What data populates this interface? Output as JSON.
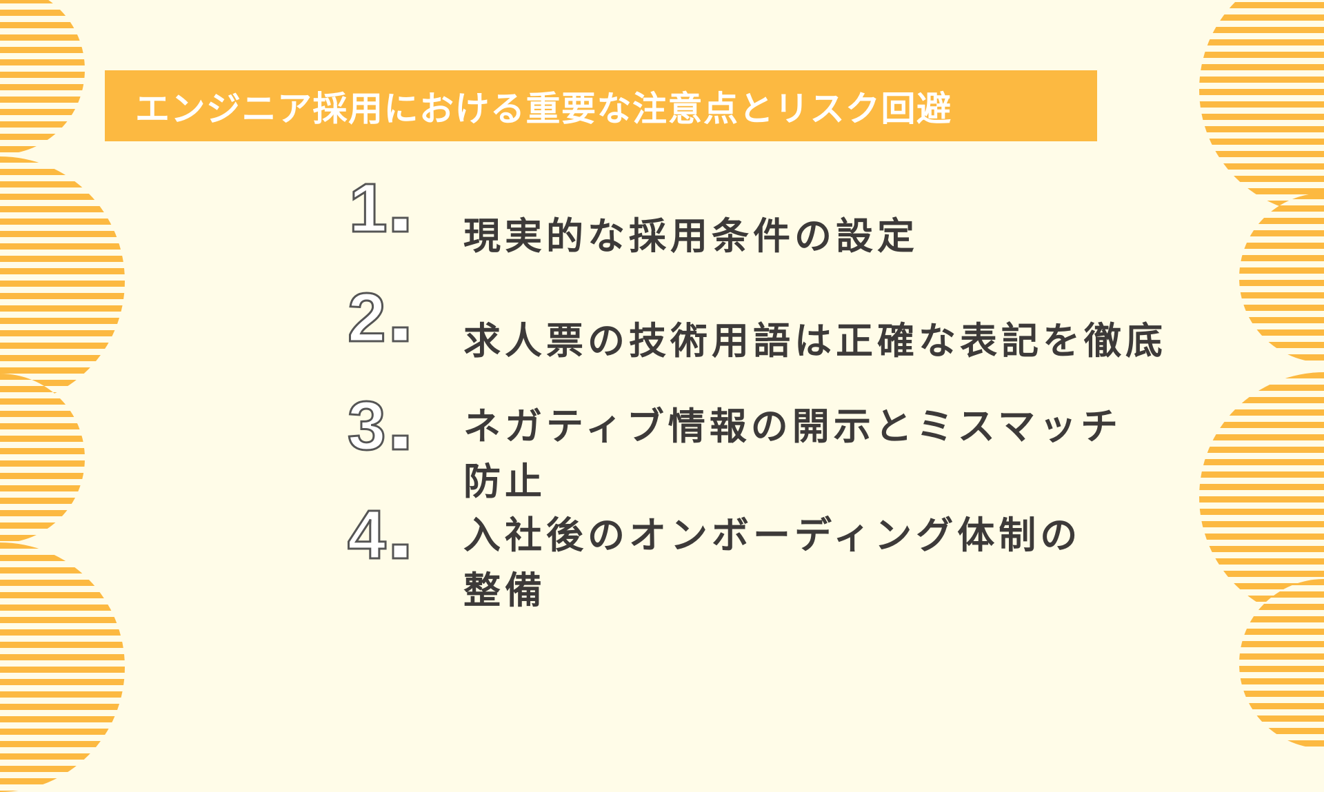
{
  "colors": {
    "background": "#fffce8",
    "accent": "#fcb941",
    "title_text": "#ffffff",
    "body_text": "#3d3a39",
    "number_stroke": "#555555"
  },
  "title": "エンジニア採用における重要な注意点とリスク回避",
  "items": [
    {
      "number": "1",
      "lines": [
        "現実的な採用条件の設定"
      ]
    },
    {
      "number": "2",
      "lines": [
        "求人票の技術用語は正確な表記を徹底"
      ]
    },
    {
      "number": "3",
      "lines": [
        "ネガティブ情報の開示とミスマッチ",
        "防止"
      ]
    },
    {
      "number": "4",
      "lines": [
        "入社後のオンボーディング体制の",
        "整備"
      ]
    }
  ],
  "decorations": "striped-half-circles-left-and-right"
}
